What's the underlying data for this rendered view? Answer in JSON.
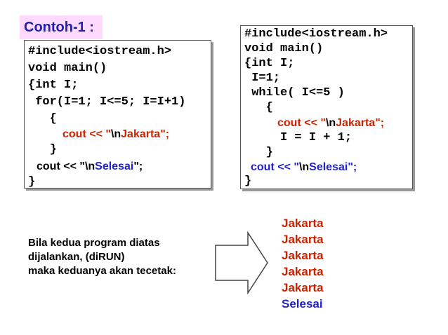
{
  "title": "Contoh-1 :",
  "program1": {
    "lines": [
      "#include<iostream.h>",
      "void main()",
      "{int I;",
      " for(I=1; I<=5; I=I+1)",
      "   {",
      "   }",
      "}"
    ],
    "inner": {
      "pre": "cout << \"",
      "nl": "\\n",
      "word": "Jakarta",
      "post": "\";"
    },
    "end": {
      "pre": "cout << \"",
      "nl": "\\n",
      "word": "Selesai",
      "post": "\";"
    }
  },
  "program2": {
    "lines": [
      "#include<iostream.h>",
      "void main()",
      "{int I;",
      " I=1;",
      " while( I<=5 )",
      "   {",
      "     I = I + 1;",
      "   }",
      "}"
    ],
    "inner": {
      "pre": "cout << \"",
      "nl": "\\n",
      "word": "Jakarta",
      "post": "\";"
    },
    "end": {
      "pre": "cout << \"",
      "nl": "\\n",
      "word": "Selesai",
      "post": "\";"
    }
  },
  "description": [
    "Bila kedua program diatas",
    "dijalankan, (diRUN)",
    "maka keduanya akan tecetak:"
  ],
  "output": [
    "Jakarta",
    "Jakarta",
    "Jakarta",
    "Jakarta",
    "Jakarta",
    "Selesai"
  ],
  "colors": {
    "title_bg": "#ffd9ff",
    "title_text": "#2222aa",
    "red": "#cc2200",
    "blue": "#2222cc"
  },
  "icons": {
    "arrow": "right-arrow-icon"
  }
}
